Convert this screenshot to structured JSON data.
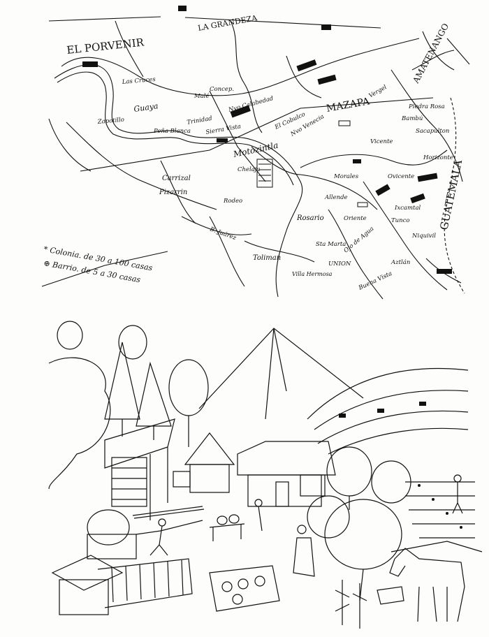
{
  "map": {
    "places_large": {
      "el_porvenir": "EL PORVENIR",
      "la_grandeza": "LA GRANDEZA",
      "guatemala": "GUATEMALA",
      "mazapa": "MAZAPA",
      "amatenango": "AMATENANGO"
    },
    "places": {
      "motozintla": "Motozintla",
      "las_cruces": "Las Cruces",
      "mal_paso": "Malé",
      "concepcion": "Concep.",
      "nvo_cal": "Nvo Calabedad",
      "guaya": "Guaya",
      "zapotillo": "Zapotillo",
      "pena_blanca": "Peña Blanca",
      "trinidad": "Trinidad",
      "sierra_vista": "Sierra Vista",
      "el_cobulco": "El Cobulco",
      "nvo_vergel": "Vergel",
      "nvo_venecia": "Nvo Venecia",
      "chelaja": "Chelaja",
      "carrizal": "Carrizal",
      "pizarrin": "Pizarrin",
      "rodeo": "Rodeo",
      "b_juarez": "B. Juárez",
      "allende": "Allende",
      "morales": "Morales",
      "rosario": "Rosario",
      "oriente": "Oriente",
      "sta_marta": "Sta Marta",
      "toliman": "Toliman",
      "villa_hermosa": "Villa Hermosa",
      "union": "UNION",
      "ojo_de_agua": "Ojo de Agua",
      "buena_vista": "Buena Vista",
      "horizonte": "Horizonte",
      "ovicente": "Ovicente",
      "vicente": "Vicente",
      "sacapulton": "Sacapulton",
      "bambu": "Bambú",
      "piedra_rosa": "Piedra Rosa",
      "niquivil": "Niquivil",
      "aztlan": "Aztlán",
      "tunco": "Tunco",
      "ixcamtal": "Ixcamtal"
    },
    "legend": {
      "colonia": "* Colonia. de 30 a 100 casas",
      "barrio": "⊕ Barrio. de 5 a 30 casas"
    }
  },
  "colors": {
    "ink": "#111111",
    "paper": "#fdfdfb"
  }
}
